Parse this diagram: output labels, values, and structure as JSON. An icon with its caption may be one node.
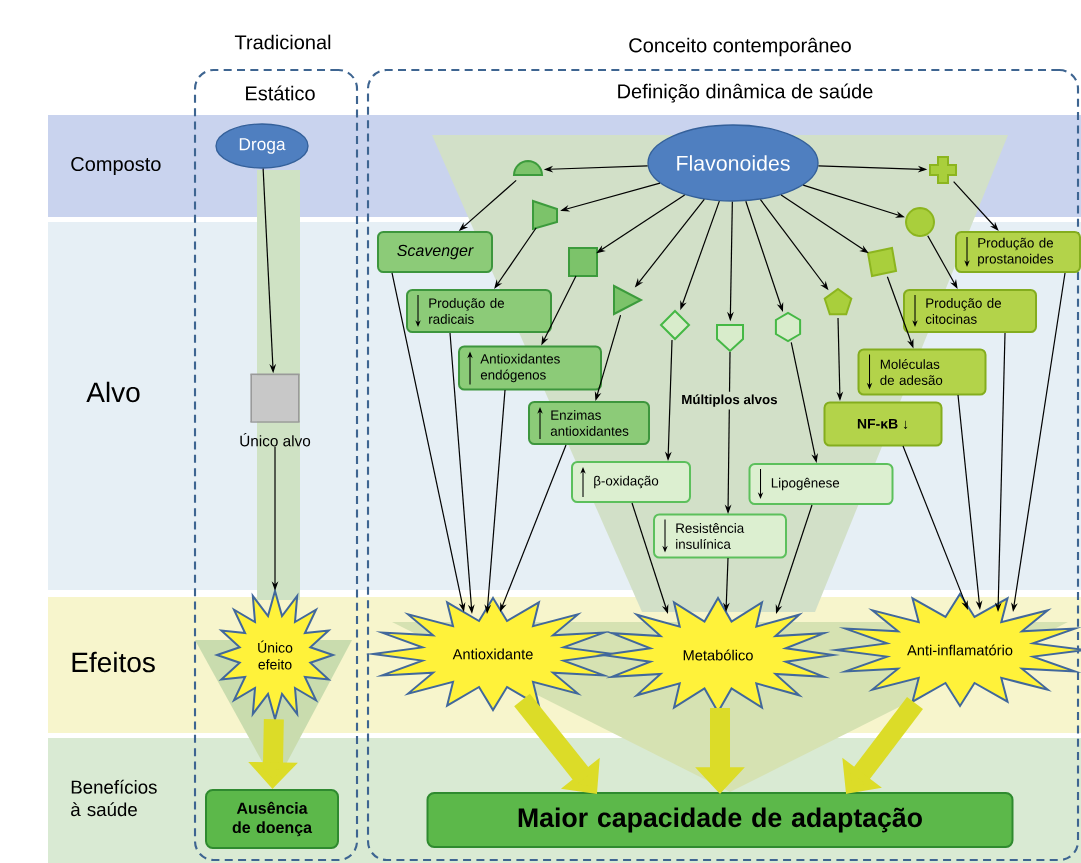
{
  "diagram": {
    "nodes": [
      {
        "text": [
          "Tradicional",
          "Estático"
        ]
      },
      {
        "text": [
          "Conceito contemporâneo",
          "Definição dinâmica de saúde"
        ]
      },
      {
        "text": [
          "Droga"
        ],
        "in": 0
      },
      {
        "text": [
          "Único alvo"
        ],
        "in": 0
      },
      {
        "text": [
          "Único efeito"
        ],
        "in": 0
      },
      {
        "text": [
          "Ausência de doença"
        ],
        "in": 0
      },
      {
        "text": [
          "Flavonoides"
        ],
        "in": 1
      },
      {
        "text": [],
        "shape": "semicircle",
        "in": 1
      },
      {
        "text": [],
        "shape": "trapezoid",
        "in": 1
      },
      {
        "text": [],
        "shape": "box",
        "in": 1
      },
      {
        "text": [],
        "shape": "triangle",
        "in": 1
      },
      {
        "text": [],
        "shape": "diamond",
        "in": 1
      },
      {
        "text": [],
        "shape": "shield",
        "in": 1
      },
      {
        "text": [],
        "shape": "hexagon",
        "in": 1
      },
      {
        "text": [],
        "shape": "pentagon",
        "in": 1
      },
      {
        "text": [],
        "shape": "parallelogram",
        "in": 1
      },
      {
        "text": [],
        "shape": "circle",
        "in": 1
      },
      {
        "text": [],
        "shape": "cross",
        "in": 1
      },
      {
        "text": [
          "Scavenger"
        ],
        "in": 1
      },
      {
        "text": [
          "Produção de radicais"
        ],
        "in": 1
      },
      {
        "text": [
          "Antioxidantes endógenos"
        ],
        "in": 1
      },
      {
        "text": [
          "Enzimas antioxidantes"
        ],
        "in": 1
      },
      {
        "text": [
          "β-oxidação"
        ],
        "in": 1
      },
      {
        "text": [
          "Resistência insulínica"
        ],
        "in": 1
      },
      {
        "text": [
          "Lipogênese"
        ],
        "in": 1
      },
      {
        "text": [
          "NF-κB ↓"
        ],
        "in": 1
      },
      {
        "text": [
          "Moléculas de adesão"
        ],
        "in": 1
      },
      {
        "text": [
          "Produção de citocinas"
        ],
        "in": 1
      },
      {
        "text": [
          "Produção de prostanoides"
        ],
        "in": 1
      },
      {
        "text": [
          "Antioxidante"
        ],
        "in": 1
      },
      {
        "text": [
          "Metabólico"
        ],
        "in": 1
      },
      {
        "text": [
          "Anti-inflamatório"
        ],
        "in": 1
      },
      {
        "text": [
          "Maior capacidade de adaptação"
        ],
        "in": 1
      }
    ],
    "labels": [
      "Composto",
      "Alvo",
      "Efeitos",
      "Benefícios à saúde"
    ],
    "edges": [
      {
        "from": 2,
        "to": 3,
        "arrow": "to"
      },
      {
        "from": 3,
        "to": 4,
        "arrow": "to"
      },
      {
        "from": 4,
        "to": 5,
        "arrow": "to",
        "style": "thick",
        "color": "#dcdc28"
      },
      {
        "from": 6,
        "to": 7,
        "arrow": "to"
      },
      {
        "from": 6,
        "to": 8,
        "arrow": "to"
      },
      {
        "from": 6,
        "to": 9,
        "arrow": "to"
      },
      {
        "from": 6,
        "to": 10,
        "arrow": "to"
      },
      {
        "from": 6,
        "to": 11,
        "arrow": "to"
      },
      {
        "from": 6,
        "to": 12,
        "arrow": "to"
      },
      {
        "from": 6,
        "to": 13,
        "arrow": "to"
      },
      {
        "from": 6,
        "to": 14,
        "arrow": "to"
      },
      {
        "from": 6,
        "to": 15,
        "arrow": "to"
      },
      {
        "from": 6,
        "to": 16,
        "arrow": "to"
      },
      {
        "from": 6,
        "to": 17,
        "arrow": "to"
      },
      {
        "from": 7,
        "to": 18,
        "arrow": "to"
      },
      {
        "from": 8,
        "to": 19,
        "arrow": "to"
      },
      {
        "from": 9,
        "to": 20,
        "arrow": "to"
      },
      {
        "from": 10,
        "to": 21,
        "arrow": "to"
      },
      {
        "from": 11,
        "to": 22,
        "arrow": "to"
      },
      {
        "from": 12,
        "to": 23,
        "arrow": "to",
        "label": "Múltiplos alvos"
      },
      {
        "from": 13,
        "to": 24,
        "arrow": "to"
      },
      {
        "from": 14,
        "to": 25,
        "arrow": "to"
      },
      {
        "from": 15,
        "to": 26,
        "arrow": "to"
      },
      {
        "from": 16,
        "to": 27,
        "arrow": "to"
      },
      {
        "from": 17,
        "to": 28,
        "arrow": "to"
      },
      {
        "from": 18,
        "to": 29,
        "arrow": "to"
      },
      {
        "from": 19,
        "to": 29,
        "arrow": "to"
      },
      {
        "from": 20,
        "to": 29,
        "arrow": "to"
      },
      {
        "from": 21,
        "to": 29,
        "arrow": "to"
      },
      {
        "from": 22,
        "to": 30,
        "arrow": "to"
      },
      {
        "from": 23,
        "to": 30,
        "arrow": "to"
      },
      {
        "from": 24,
        "to": 30,
        "arrow": "to"
      },
      {
        "from": 25,
        "to": 31,
        "arrow": "to"
      },
      {
        "from": 26,
        "to": 31,
        "arrow": "to"
      },
      {
        "from": 27,
        "to": 31,
        "arrow": "to"
      },
      {
        "from": 28,
        "to": 31,
        "arrow": "to"
      },
      {
        "from": 29,
        "to": 32,
        "arrow": "to",
        "style": "thick",
        "color": "#dcdc28"
      },
      {
        "from": 30,
        "to": 32,
        "arrow": "to",
        "style": "thick",
        "color": "#dcdc28"
      },
      {
        "from": 31,
        "to": 32,
        "arrow": "to",
        "style": "thick",
        "color": "#dcdc28"
      }
    ]
  }
}
